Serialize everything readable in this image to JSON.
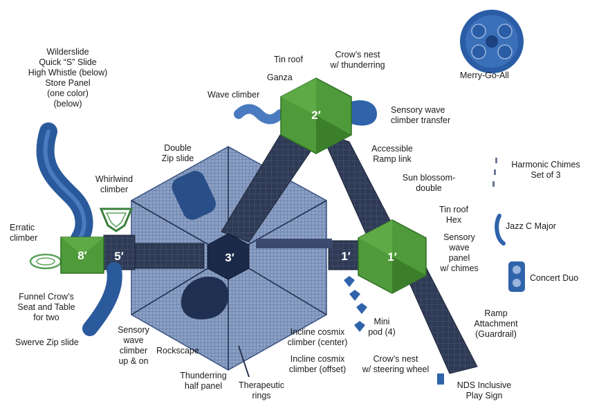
{
  "platforms": {
    "p8": "8′",
    "p5": "5′",
    "p3": "3′",
    "p2": "2′",
    "p1a": "1′",
    "p1b": "1′"
  },
  "labels": {
    "wilderslide": "Wilderslide\nQuick “S” Slide\nHigh Whistle (below)\nStore Panel\n(one color)\n(below)",
    "tin_roof_top": "Tin roof",
    "crows_nest_thunder": "Crow’s nest\nw/ thunderring",
    "ganza": "Ganza",
    "merry_go_all": "Merry-Go-All",
    "wave_climber": "Wave climber",
    "sensory_wave_transfer": "Sensory wave\nclimber transfer",
    "double_zip": "Double\nZip slide",
    "accessible_ramp": "Accessible\nRamp link",
    "harmonic_chimes": "Harmonic Chimes\nSet of 3",
    "whirlwind": "Whirlwind\nclimber",
    "sun_blossom": "Sun blossom-\ndouble",
    "tin_roof_hex": "Tin roof\nHex",
    "jazz": "Jazz C Major",
    "erratic": "Erratic\nclimber",
    "sensory_panel": "Sensory\nwave\npanel\nw/ chimes",
    "concert_duo": "Concert Duo",
    "funnel": "Funnel Crow’s\nSeat and Table\nfor two",
    "ramp_attach": "Ramp\nAttachment\n(Guardrail)",
    "mini_pod": "Mini\npod (4)",
    "swerve": "Swerve Zip slide",
    "sensory_up": "Sensory\nwave\nclimber\nup & on",
    "incline_center": "Incline cosmix\nclimber (center)",
    "incline_offset": "Incline cosmix\nclimber (offset)",
    "rockscape": "Rockscape",
    "crows_nest_steering": "Crow’s nest\nw/ steering wheel",
    "nds_sign": "NDS Inclusive\nPlay Sign",
    "thunderring": "Thunderring\nhalf panel",
    "therapeutic": "Therapeutic\nrings"
  },
  "colors": {
    "roof_green": "#4f9a3a",
    "roof_green_dark": "#3c7f2b",
    "slide_blue": "#2a5a9c",
    "deck_dark": "#2b3550",
    "net_blue": "#4a6a9c"
  },
  "icons": [
    "hex-roof-icon",
    "slide-icon",
    "net-climber-icon",
    "chime-icon",
    "merry-go-round-icon"
  ]
}
